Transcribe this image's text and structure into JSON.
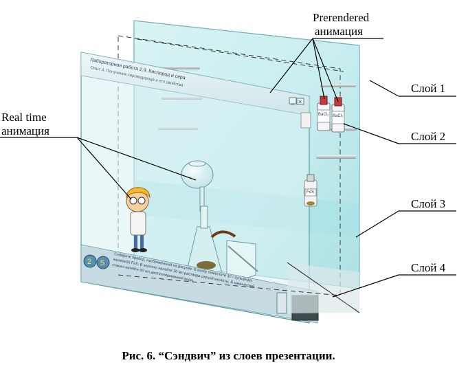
{
  "labels": {
    "prerendered_line1": "Prerendered",
    "prerendered_line2": "анимация",
    "realtime_line1": "Real time",
    "realtime_line2": "анимация",
    "layer1": "Слой 1",
    "layer2": "Слой 2",
    "layer3": "Слой 3",
    "layer4": "Слой 4"
  },
  "caption": "Рис. 6. “Сэндвич” из слоев презентации.",
  "window": {
    "title": "Лабораторная работа 2.9. Кислород и сера",
    "subtitle": "Опыт 4. Получение сероводорода и его свойства",
    "instructions": "Соберите прибор, изображённый на рисунке. В колбу поместите 10 г сульфида железа(II) FeS. В воронку налейте 30 мл раствора серной кислоты. В химический стакан налейте 50 мл дистиллированной воды"
  },
  "bottles": {
    "left": "BaCl₂",
    "right": "BaCl₂",
    "small": "FeS"
  },
  "colors": {
    "glass": "#cdeef0",
    "glass_edge": "#7fb8bd",
    "header": "#dfeef3",
    "bottom_bar": "#c9dde3",
    "dashed": "#333333"
  }
}
